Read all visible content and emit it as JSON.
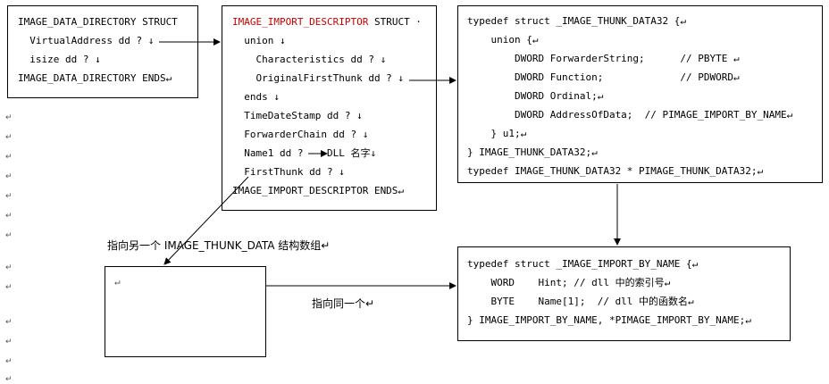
{
  "accent_red": "#cc0000",
  "box_directory": {
    "lines": [
      "IMAGE_DATA_DIRECTORY STRUCT",
      "  VirtualAddress dd ? ↓",
      "  isize dd ? ↓",
      "IMAGE_DATA_DIRECTORY ENDS↵"
    ]
  },
  "box_descriptor": {
    "title_red": "IMAGE_IMPORT_DESCRIPTOR",
    "title_rest": " STRUCT ·",
    "lines": [
      "  union ↓",
      "    Characteristics dd ? ↓",
      "    OriginalFirstThunk dd ? ↓",
      "  ends ↓",
      "  TimeDateStamp dd ? ↓",
      "  ForwarderChain dd ? ↓",
      "  Name1 dd ?    DLL 名字↓",
      "  FirstThunk dd ? ↓",
      "IMAGE_IMPORT_DESCRIPTOR ENDS↵"
    ]
  },
  "box_thunk": {
    "lines": [
      "typedef struct _IMAGE_THUNK_DATA32 {↵",
      "    union {↵",
      "        DWORD ForwarderString;      // PBYTE ↵",
      "        DWORD Function;             // PDWORD↵",
      "        DWORD Ordinal;↵",
      "        DWORD AddressOfData;  // PIMAGE_IMPORT_BY_NAME↵",
      "    } u1;↵",
      "} IMAGE_THUNK_DATA32;↵",
      "typedef IMAGE_THUNK_DATA32 * PIMAGE_THUNK_DATA32;↵"
    ]
  },
  "box_by_name": {
    "lines": [
      "typedef struct _IMAGE_IMPORT_BY_NAME {↵",
      "    WORD    Hint; // dll 中的索引号↵",
      "    BYTE    Name[1];  // dll 中的函数名↵",
      "} IMAGE_IMPORT_BY_NAME, *PIMAGE_IMPORT_BY_NAME;↵"
    ]
  },
  "box_other_array": {
    "lines": [
      "↵"
    ]
  },
  "label_other_array": "指向另一个 IMAGE_THUNK_DATA 结构数组↵",
  "label_same": "指向同一个↵",
  "return_mark": "↵"
}
